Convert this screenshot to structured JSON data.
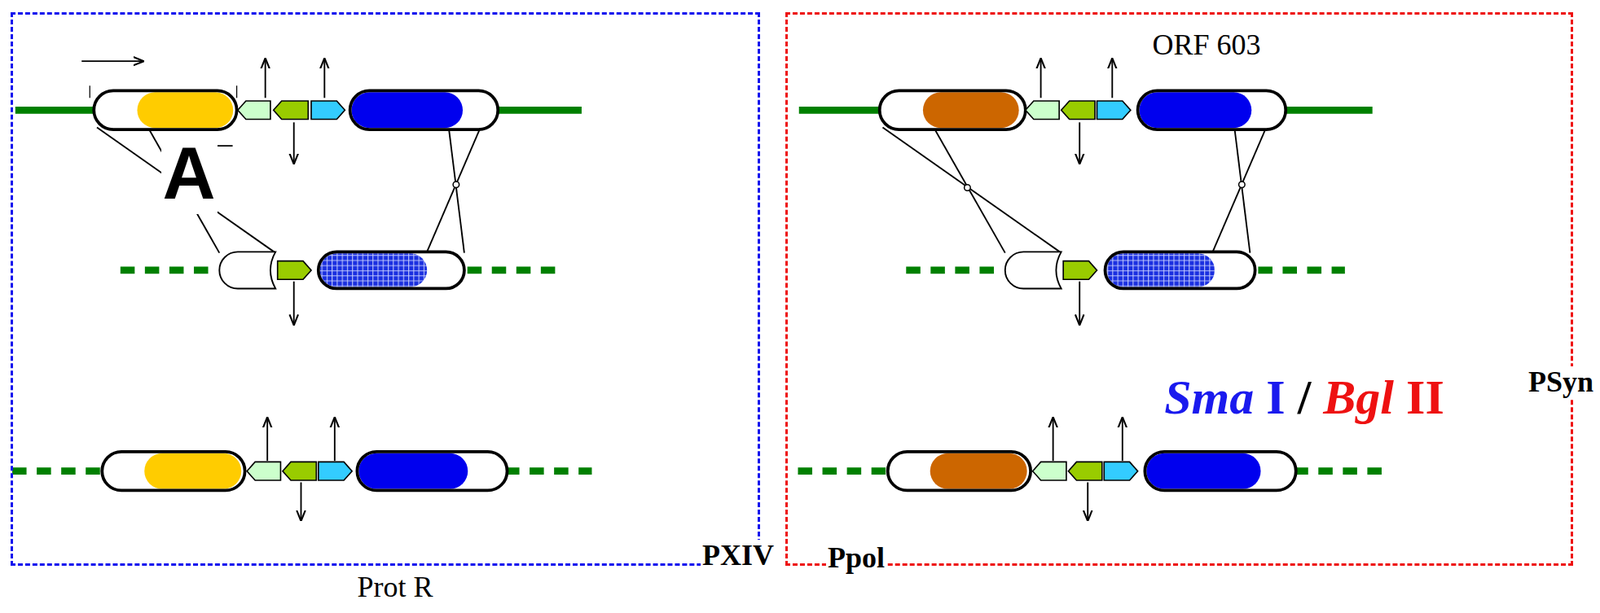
{
  "diagram": {
    "nodes": [
      {
        "text": [
          "Prot R"
        ]
      },
      {
        "text": [
          "ORF 603"
        ]
      }
    ],
    "labels": [
      "A",
      "Sma I / Bgl II",
      "PSyn",
      "PXIV",
      "Ppol"
    ]
  }
}
